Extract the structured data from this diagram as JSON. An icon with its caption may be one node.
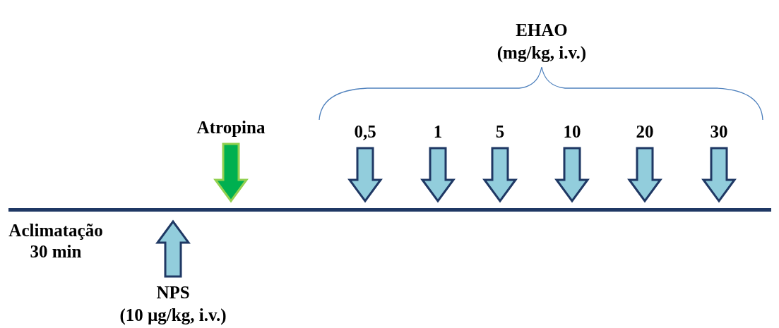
{
  "diagram": {
    "nodes": [
      {
        "text": [],
        "shape": "bar"
      },
      {
        "text": [
          "Atropina"
        ]
      },
      {
        "text": [
          "0,5"
        ]
      },
      {
        "text": [
          "1"
        ]
      },
      {
        "text": [
          "5"
        ]
      },
      {
        "text": [
          "10"
        ]
      },
      {
        "text": [
          "20"
        ]
      },
      {
        "text": [
          "30"
        ]
      },
      {
        "text": [
          "NPS",
          "(10 µg/kg, i.v.)"
        ]
      }
    ],
    "edges": [
      {
        "from": 1,
        "to": 0,
        "arrow": "to",
        "color": "#00b050"
      },
      {
        "from": 2,
        "to": 0,
        "arrow": "to"
      },
      {
        "from": 3,
        "to": 0,
        "arrow": "to"
      },
      {
        "from": 4,
        "to": 0,
        "arrow": "to"
      },
      {
        "from": 5,
        "to": 0,
        "arrow": "to"
      },
      {
        "from": 6,
        "to": 0,
        "arrow": "to"
      },
      {
        "from": 7,
        "to": 0,
        "arrow": "to"
      },
      {
        "from": 8,
        "to": 0,
        "arrow": "to"
      }
    ],
    "labels": [
      "EHAO",
      "(mg/kg, i.v.)",
      "Aclimatação 30 min"
    ]
  }
}
